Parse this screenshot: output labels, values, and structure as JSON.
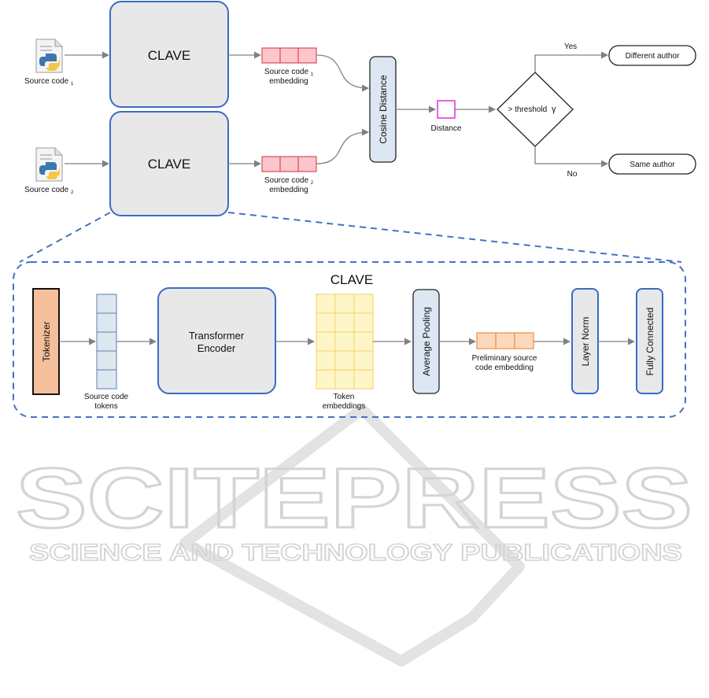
{
  "top": {
    "source1": {
      "label": "Source code",
      "sub": "1"
    },
    "source2": {
      "label": "Source code",
      "sub": "2"
    },
    "clave1": "CLAVE",
    "clave2": "CLAVE",
    "embedding1": {
      "line1": "Source code",
      "sub": "1",
      "line2": "embedding"
    },
    "embedding2": {
      "line1": "Source code",
      "sub": "2",
      "line2": "embedding"
    },
    "cosine": "Cosine Distance",
    "distance": "Distance",
    "decision": {
      "text": "> threshold",
      "symbol": "γ"
    },
    "yes": "Yes",
    "no": "No",
    "different_author": "Different author",
    "same_author": "Same author"
  },
  "detail": {
    "title": "CLAVE",
    "tokenizer": "Tokenizer",
    "tokens": {
      "line1": "Source code",
      "line2": "tokens"
    },
    "transformer": {
      "line1": "Transformer",
      "line2": "Encoder"
    },
    "token_embeddings": {
      "line1": "Token",
      "line2": "embeddings"
    },
    "avg_pooling": "Average Pooling",
    "preliminary": {
      "line1": "Preliminary source",
      "line2": "code embedding"
    },
    "layer_norm": "Layer Norm",
    "fully_connected": "Fully Connected"
  },
  "watermark": {
    "main": "SCITEPRESS",
    "sub": "SCIENCE AND TECHNOLOGY PUBLICATIONS"
  },
  "colors": {
    "clave_fill": "#e8e8e8",
    "clave_border": "#3b6cc4",
    "embed_fill": "#fbc6cc",
    "embed_border": "#d6303c",
    "cosine_fill": "#dce7f3",
    "distance_border": "#e32fd8",
    "tokenizer_fill": "#f6bf9c",
    "tokens_fill": "#dde7f0",
    "token_emb_fill": "#fff6c8",
    "token_emb_border": "#f2d15c",
    "prelim_fill": "#fcd9bd",
    "prelim_border": "#ec7b1e",
    "arrow": "#808080"
  }
}
